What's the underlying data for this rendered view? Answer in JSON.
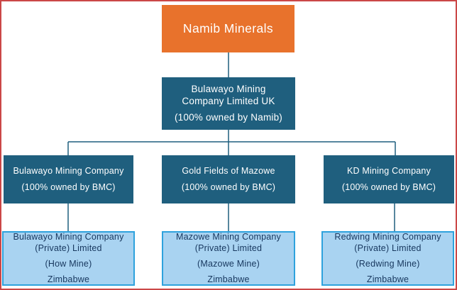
{
  "palette": {
    "frame_border": "#cb4747",
    "frame_bg": "#ffffff",
    "root_fill": "#e8722c",
    "node_fill": "#1f5f7e",
    "leaf_fill": "#a9d3f1",
    "leaf_border": "#2ea2dd",
    "leaf_text": "#17375e",
    "text_on_fill": "#ffffff",
    "connector": "#1f5f7e"
  },
  "chart": {
    "type": "org-chart",
    "root": {
      "label": "Namib Minerals"
    },
    "parent": {
      "name_lines": [
        "Bulawayo Mining",
        "Company Limited UK"
      ],
      "ownership": "(100% owned by Namib)"
    },
    "subsidiaries": [
      {
        "name": "Bulawayo Mining Company",
        "ownership": "(100% owned by BMC)"
      },
      {
        "name": "Gold Fields of Mazowe",
        "ownership": "(100% owned by BMC)"
      },
      {
        "name": "KD Mining Company",
        "ownership": "(100% owned by BMC)"
      }
    ],
    "operating_companies": [
      {
        "name_lines": [
          "Bulawayo Mining Company",
          "(Private) Limited"
        ],
        "mine": "(How Mine)",
        "country": "Zimbabwe"
      },
      {
        "name_lines": [
          "Mazowe Mining Company",
          "(Private) Limited"
        ],
        "mine": "(Mazowe Mine)",
        "country": "Zimbabwe"
      },
      {
        "name_lines": [
          "Redwing Mining Company",
          "(Private) Limited"
        ],
        "mine": "(Redwing Mine)",
        "country": "Zimbabwe"
      }
    ]
  }
}
